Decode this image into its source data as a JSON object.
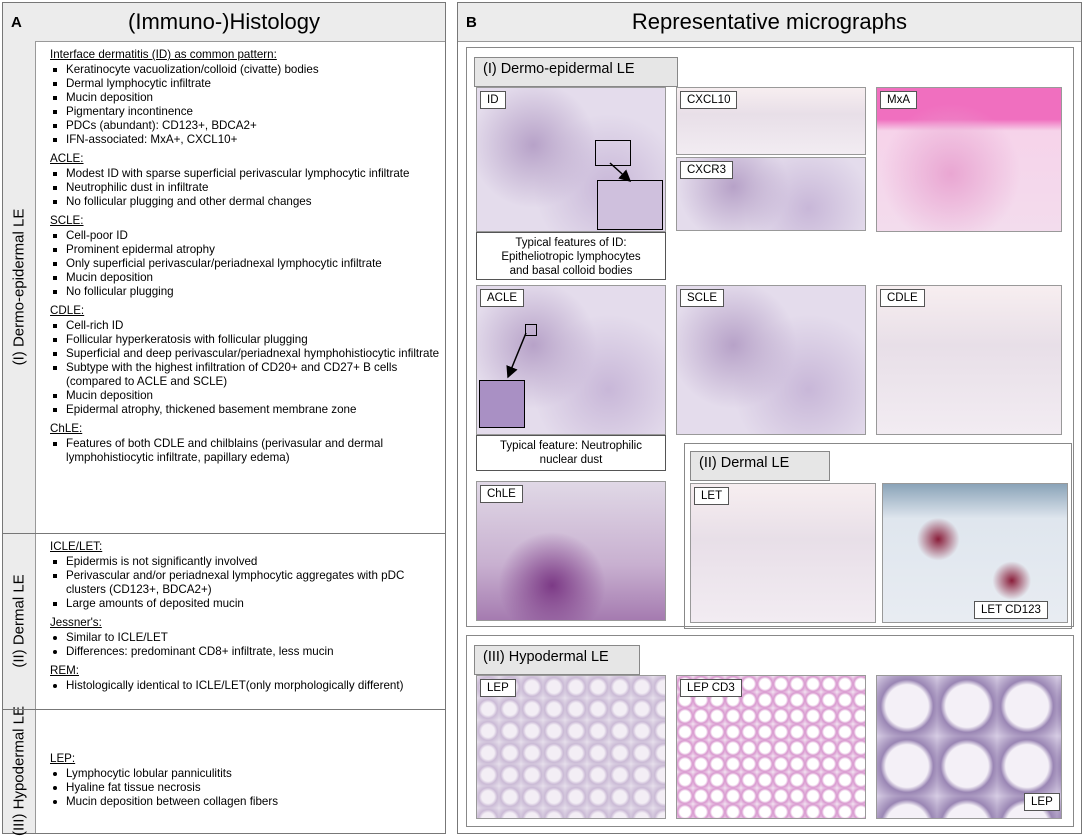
{
  "panelA": {
    "letter": "A",
    "title": "(Immuno-)Histology",
    "side_labels": [
      "(I) Dermo-epidermal LE",
      "(II) Dermal LE",
      "(III) Hypodermal LE"
    ],
    "sections": [
      {
        "heading": "Interface dermatitis (ID) as common pattern:",
        "items": [
          "Keratinocyte vacuolization/colloid  (civatte) bodies",
          "Dermal lymphocytic infiltrate",
          "Mucin deposition",
          "Pigmentary incontinence",
          "PDCs (abundant): CD123+, BDCA2+",
          "IFN-associated: MxA+, CXCL10+"
        ]
      },
      {
        "heading": "ACLE:",
        "items": [
          "Modest ID  with sparse superficial perivascular lymphocytic infiltrate",
          "Neutrophilic dust in infiltrate",
          "No follicular plugging and other dermal changes"
        ]
      },
      {
        "heading": "SCLE:",
        "items": [
          "Cell-poor ID",
          "Prominent  epidermal atrophy",
          "Only superficial perivascular/periadnexal lymphocytic infiltrate",
          "Mucin deposition",
          "No follicular plugging"
        ]
      },
      {
        "heading": "CDLE:",
        "items": [
          "Cell-rich ID",
          "Follicular hyperkeratosis with follicular plugging",
          "Superficial and deep perivascular/periadnexal hymphohistiocytic infiltrate",
          "Subtype with the highest infiltration of CD20+ and CD27+ B cells (compared to ACLE and SCLE)",
          "Mucin deposition",
          "Epidermal atrophy, thickened basement membrane zone"
        ]
      },
      {
        "heading": "ChLE:",
        "items": [
          "Features of both CDLE  and chilblains (perivasular and dermal lymphohistiocytic infiltrate, papillary edema)"
        ]
      },
      {
        "heading": "ICLE/LET:",
        "items": [
          "Epidermis is not significantly involved",
          "Perivascular and/or periadnexal lymphocytic aggregates with pDC clusters (CD123+, BDCA2+)",
          "Large amounts of deposited mucin"
        ]
      },
      {
        "heading": "Jessner's:",
        "items": [
          "Similar to ICLE/LET",
          "Differences: predominant CD8+ infiltrate, less mucin"
        ]
      },
      {
        "heading": "REM:",
        "items": [
          "Histologically identical to ICLE/LET(only  morphologically different)"
        ]
      },
      {
        "heading": "LEP:",
        "items": [
          "Lymphocytic lobular panniculitits",
          "Hyaline fat tissue necrosis",
          "Mucin deposition between collagen fibers"
        ]
      }
    ]
  },
  "panelB": {
    "letter": "B",
    "title": "Representative micrographs",
    "group_I": "(I) Dermo-epidermal LE",
    "group_II": "(II) Dermal LE",
    "group_III": "(III) Hypodermal LE",
    "tags": {
      "id": "ID",
      "cxcl10": "CXCL10",
      "cxcr3": "CXCR3",
      "mxa": "MxA",
      "acle": "ACLE",
      "scle": "SCLE",
      "cdle": "CDLE",
      "chle": "ChLE",
      "let": "LET",
      "let_cd123": "LET  CD123",
      "lep": "LEP",
      "lep_cd3": "LEP  CD3",
      "lep_hi": "LEP"
    },
    "captions": {
      "id": [
        "Typical features of ID:",
        "Epitheliotropic lymphocytes",
        "and basal colloid bodies"
      ],
      "acle": [
        "Typical feature: Neutrophilic",
        "nuclear dust"
      ]
    }
  }
}
